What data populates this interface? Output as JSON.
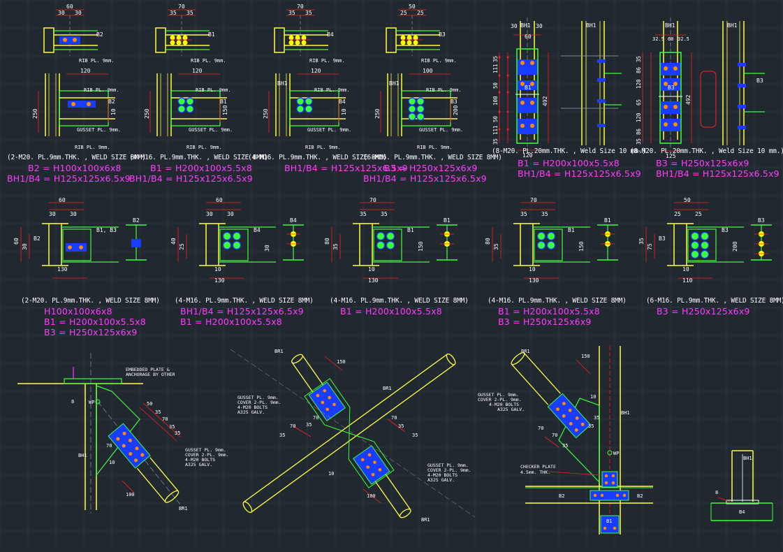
{
  "colors": {
    "background": "#212830",
    "grid": "#2c3540",
    "dimension": "#ff2020",
    "member": "#ffff40",
    "plate": "#3cff3c",
    "bolt_plate": "#1a3cff",
    "bolt": "#ff8c00",
    "bolt_m16": "#ffff00",
    "text": "#ffffff",
    "spec_text": "#ff3cff",
    "centerline": "#9aa6b4"
  },
  "row1": {
    "details": [
      {
        "dims": [
          "60",
          "30",
          "30"
        ],
        "beam": "B2",
        "note": "RIB PL. 9mm.",
        "caption": "(2-M20. PL.9mm.THK. , WELD SIZE 8MM)",
        "specs": [
          "B2 = H100x100x6x8",
          "BH1/B4 = H125x125x6.5x9"
        ],
        "elev_dims": [
          "120",
          "250",
          "10"
        ],
        "elev_beam": "B2",
        "elev_notes": [
          "RIB PL. 9mm.",
          "GUSSET PL. 9mm.",
          "RIB PL. 9mm."
        ]
      },
      {
        "dims": [
          "70",
          "35",
          "35"
        ],
        "beam": "B1",
        "note": "RIB PL. 9mm.",
        "caption": "(4-M16. PL.9mm.THK. , WELD SIZE 8MM)",
        "specs": [
          "B1 = H200x100x5.5x8",
          "BH1/B4 = H125x125x6.5x9"
        ],
        "elev_dims": [
          "120",
          "250",
          "150"
        ],
        "elev_beam": "B1",
        "elev_notes": [
          "RIB PL. 9mm.",
          "GUSSET PL. 9mm.",
          "RIB PL. 9mm."
        ]
      },
      {
        "dims": [
          "70",
          "35",
          "35"
        ],
        "beam": "B4",
        "note": "RIB PL. 9mm.",
        "caption": "(4-M16. PL.9mm.THK. , WELD SIZE 8MM)",
        "specs": [
          "BH1/B4 = H125x125x6.5x9"
        ],
        "elev_dims": [
          "120",
          "250",
          "10"
        ],
        "elev_beam": "B4",
        "elev_col": "BH1",
        "elev_notes": [
          "RIB PL. 9mm.",
          "GUSSET PL. 9mm.",
          "RIB PL. 9mm."
        ]
      },
      {
        "dims": [
          "50",
          "25",
          "25"
        ],
        "beam": "B3",
        "note": "RIB PL. 9mm.",
        "caption": "(6-M16. PL.9mm.THK. , WELD SIZE 8MM)",
        "specs": [
          "B3 = H250x125x6x9",
          "BH1/B4 = H125x125x6.5x9"
        ],
        "elev_dims": [
          "100",
          "250",
          "200"
        ],
        "elev_beam": "B3",
        "elev_col": "BH1",
        "elev_notes": [
          "RIB PL. 9mm.",
          "GUSSET PL. 9mm.",
          "RIB PL. 9mm."
        ]
      }
    ],
    "splices": [
      {
        "col": "BH1",
        "col2": "BH1",
        "beam": "B1",
        "top_dims": [
          "30",
          "60",
          "30"
        ],
        "side_dims": [
          "35",
          "111",
          "50",
          "100",
          "50",
          "111",
          "35"
        ],
        "total": "492",
        "bottom": "120",
        "caption": "(8-M20. PL.20mm.THK. , Weld Size 10 mm.)",
        "specs": [
          "B1 = H200x100x5.5x8",
          "BH1/B4 = H125x125x6.5x9"
        ]
      },
      {
        "col": "BH1",
        "col2": "BH1",
        "beam": "B3",
        "top_dims": [
          "32.5",
          "60",
          "32.5"
        ],
        "side_dims": [
          "35",
          "86",
          "120",
          "65",
          "120",
          "86",
          "35"
        ],
        "total": "492",
        "bottom": "125",
        "caption": "(8-M20. PL.20mm.THK. , Weld Size 10 mm.)",
        "specs": [
          "B3 = H250x125x6x9",
          "BH1/B4 = H125x125x6.5x9"
        ]
      }
    ]
  },
  "row2": [
    {
      "labels": [
        "B1, B3",
        "B2"
      ],
      "dims": [
        "60",
        "30",
        "30",
        "60",
        "30",
        "130"
      ],
      "section": "B2",
      "caption": "(2-M20. PL.9mm.THK. , WELD SIZE 8MM)",
      "specs": [
        "H100x100x6x8",
        "B1 = H200x100x5.5x8",
        "B3 = H250x125x6x9"
      ]
    },
    {
      "labels": [
        "B4"
      ],
      "dims": [
        "60",
        "30",
        "30",
        "40",
        "25",
        "10",
        "130",
        "30"
      ],
      "section": "B4",
      "caption": "(4-M16. PL.9mm.THK. , WELD SIZE 8MM)",
      "specs": [
        "BH1/B4 = H125x125x6.5x9",
        "B1 = H200x100x5.5x8"
      ]
    },
    {
      "labels": [
        "B1"
      ],
      "dims": [
        "70",
        "35",
        "35",
        "80",
        "35",
        "10",
        "130",
        "150"
      ],
      "section": "B1",
      "caption": "(4-M16. PL.9mm.THK. , WELD SIZE 8MM)",
      "specs": [
        "B1 = H200x100x5.5x8"
      ]
    },
    {
      "labels": [
        "B1"
      ],
      "dims": [
        "70",
        "35",
        "35",
        "80",
        "35",
        "10",
        "130",
        "150"
      ],
      "section": "B1",
      "caption": "(4-M16. PL.9mm.THK. , WELD SIZE 8MM)",
      "specs": [
        "B1 = H200x100x5.5x8",
        "B3 = H250x125x6x9"
      ]
    },
    {
      "labels": [
        "B3",
        "B3"
      ],
      "dims": [
        "50",
        "25",
        "25",
        "35",
        "75",
        "10",
        "110",
        "200"
      ],
      "section": "B3",
      "caption": "(6-M16. PL.9mm.THK. , WELD SIZE 8MM)",
      "specs": [
        "B3 = H250x125x6x9"
      ]
    }
  ],
  "row3": {
    "embed": {
      "note_lines": [
        "EMBEDDED PLATE &",
        "ANCHORAGE BY OTHER"
      ],
      "wp": "WP",
      "col": "BH1",
      "brace": "BR1",
      "gusset_lines": [
        "GUSSET PL. 9mm.",
        "COVER 2-PL. 9mm.",
        "4-M20 BOLTS",
        "A325 GALV."
      ],
      "dims": [
        "50",
        "35",
        "70",
        "35",
        "35",
        "70",
        "10",
        "100"
      ],
      "weld": "8"
    },
    "cross": {
      "brace": "BR1",
      "brace2": "BR1",
      "brace3": "BR1",
      "gusset_lines": [
        "GUSSET PL. 9mm.",
        "COVER 2-PL. 9mm.",
        "4-M20 BOLTS",
        "A325 GALV."
      ],
      "gusset_lines_2": [
        "GUSSET PL. 9mm.",
        "COVER 2-PL. 9mm.",
        "4-M20 BOLTS",
        "A325 GALV."
      ],
      "dims": [
        "150",
        "35",
        "70",
        "35",
        "35",
        "70",
        "10",
        "100",
        "70",
        "35"
      ]
    },
    "column": {
      "brace": "BR1",
      "col": "BH1",
      "gusset_lines": [
        "GUSSET PL. 9mm.",
        "COVER 2-PL. 9mm.",
        "4-M20 BOLTS",
        "A325 GALV."
      ],
      "checker_lines": [
        "CHECKER PLATE",
        "4.5mm. THK."
      ],
      "wp": "WP",
      "beams": [
        "B2",
        "B2",
        "B1"
      ],
      "dims": [
        "150",
        "35",
        "70",
        "35",
        "35",
        "70",
        "10"
      ]
    },
    "base": {
      "col": "BH1",
      "beam": "B4",
      "weld": "8"
    }
  }
}
